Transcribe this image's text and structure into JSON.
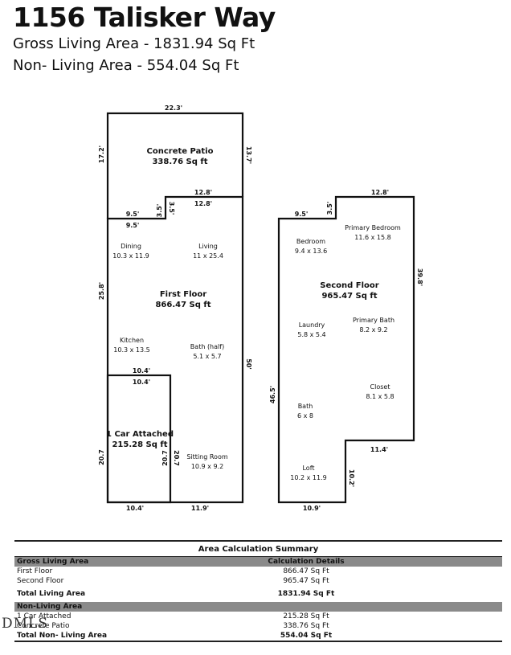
{
  "header": {
    "title": "1156 Talisker Way",
    "gross_living": "Gross Living Area - 1831.94 Sq Ft",
    "non_living": "Non- Living Area - 554.04 Sq Ft"
  },
  "plan": {
    "patio": {
      "name": "Concrete Patio",
      "area": "338.76 Sq ft"
    },
    "first_floor": {
      "name": "First Floor",
      "area": "866.47 Sq ft"
    },
    "garage": {
      "name": "1 Car Attached",
      "area": "215.28 Sq ft"
    },
    "second_floor": {
      "name": "Second Floor",
      "area": "965.47 Sq ft"
    },
    "rooms": [
      {
        "name": "Dining",
        "size": "10.3 x 11.9"
      },
      {
        "name": "Living",
        "size": "11 x 25.4"
      },
      {
        "name": "Kitchen",
        "size": "10.3 x 13.5"
      },
      {
        "name": "Bath (half)",
        "size": "5.1 x 5.7"
      },
      {
        "name": "Sitting Room",
        "size": "10.9 x 9.2"
      },
      {
        "name": "Bedroom",
        "size": "9.4 x 13.6"
      },
      {
        "name": "Primary Bedroom",
        "size": "11.6 x 15.8"
      },
      {
        "name": "Laundry",
        "size": "5.8 x 5.4"
      },
      {
        "name": "Primary Bath",
        "size": "8.2 x 9.2"
      },
      {
        "name": "Closet",
        "size": "8.1 x 5.8"
      },
      {
        "name": "Bath",
        "size": "6 x 8"
      },
      {
        "name": "Loft",
        "size": "10.2 x 11.9"
      }
    ],
    "dims": {
      "patio_top": "22.3'",
      "patio_left": "17.2'",
      "patio_right": "13.7'",
      "step_top": "12.8'",
      "step_bottom": "12.8'",
      "step_vert": "3.5'",
      "step_left_top": "9.5'",
      "step_left_bottom": "9.5'",
      "ff_left": "25.8'",
      "ff_right": "50'",
      "garage_top_outer": "10.4'",
      "garage_top_inner": "10.4'",
      "garage_left": "20.7",
      "garage_right": "20.7",
      "garage_bottom": "10.4'",
      "ff_bottom": "11.9'",
      "sf_left_top": "9.5'",
      "sf_vert": "3.5'",
      "sf_top": "12.8'",
      "sf_right": "39.8'",
      "sf_left": "46.5'",
      "sf_step": "11.4'",
      "sf_step_vert": "10.2'",
      "sf_bottom": "10.9'"
    }
  },
  "summary": {
    "title": "Area Calculation Summary",
    "gla_header": "Gross Living Area",
    "calc_header": "Calculation Details",
    "gla_rows": [
      {
        "label": "First Floor",
        "value": "866.47 Sq Ft"
      },
      {
        "label": "Second Floor",
        "value": "965.47 Sq Ft"
      }
    ],
    "total_living_label": "Total Living Area",
    "total_living_value": "1831.94 Sq Ft",
    "nla_header": "Non-Living Area",
    "nla_rows": [
      {
        "label": "1 Car Attached",
        "value": "215.28 Sq Ft"
      },
      {
        "label": "Concrete Patio",
        "value": "338.76 Sq Ft"
      }
    ],
    "total_non_label": "Total Non- Living Area",
    "total_non_value": "554.04 Sq Ft"
  },
  "logo": "DMLS"
}
